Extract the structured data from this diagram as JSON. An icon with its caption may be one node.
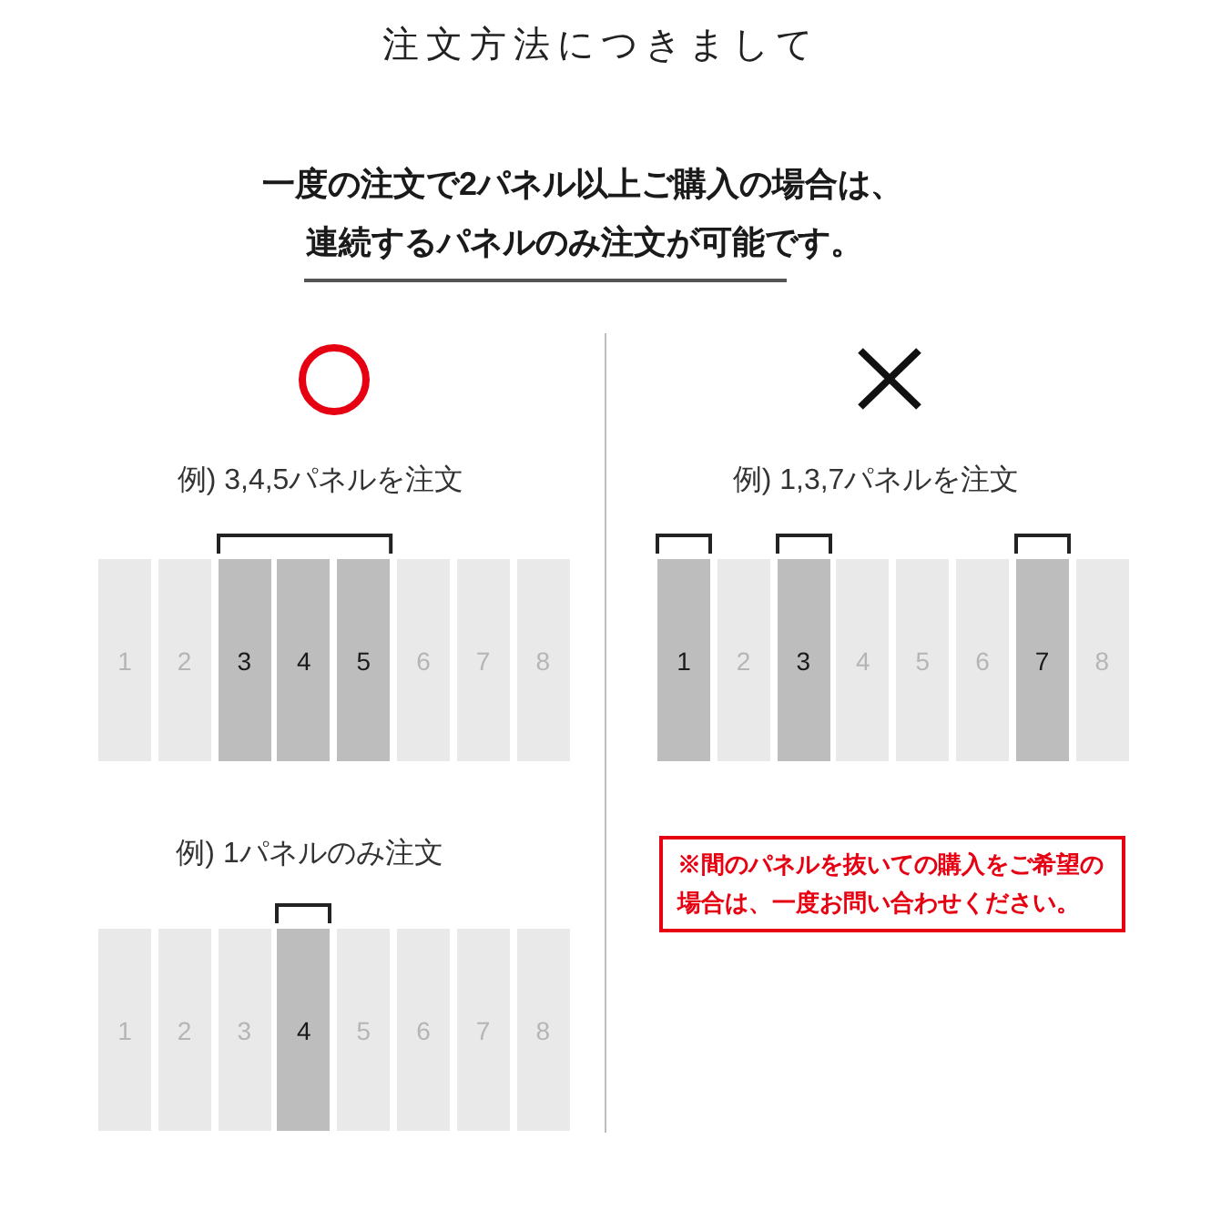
{
  "diagram": {
    "title": "注文方法につきまして",
    "nodes": [
      {
        "text": [
          "1"
        ]
      },
      {
        "text": [
          "2"
        ]
      },
      {
        "text": [
          "3"
        ]
      },
      {
        "text": [
          "4"
        ]
      },
      {
        "text": [
          "5"
        ]
      },
      {
        "text": [
          "6"
        ]
      },
      {
        "text": [
          "7"
        ]
      },
      {
        "text": [
          "8"
        ]
      },
      {
        "text": [
          "1"
        ]
      },
      {
        "text": [
          "2"
        ]
      },
      {
        "text": [
          "3"
        ]
      },
      {
        "text": [
          "4"
        ]
      },
      {
        "text": [
          "5"
        ]
      },
      {
        "text": [
          "6"
        ]
      },
      {
        "text": [
          "7"
        ]
      },
      {
        "text": [
          "8"
        ]
      },
      {
        "text": [
          "※間のパネルを抜いての購入をご希望の場合は、一度お問い合わせください。"
        ]
      },
      {
        "text": [
          "1"
        ]
      },
      {
        "text": [
          "2"
        ]
      },
      {
        "text": [
          "3"
        ]
      },
      {
        "text": [
          "4"
        ]
      },
      {
        "text": [
          "5"
        ]
      },
      {
        "text": [
          "6"
        ]
      },
      {
        "text": [
          "7"
        ]
      },
      {
        "text": [
          "8"
        ]
      }
    ],
    "labels": [
      "一度の注文で2パネル以上ご購入の場合は、",
      "連続するパネルのみ注文が可能です。",
      "例) 3,4,5パネルを注文",
      "例) 1,3,7パネルを注文",
      "例) 1パネルのみ注文"
    ]
  }
}
